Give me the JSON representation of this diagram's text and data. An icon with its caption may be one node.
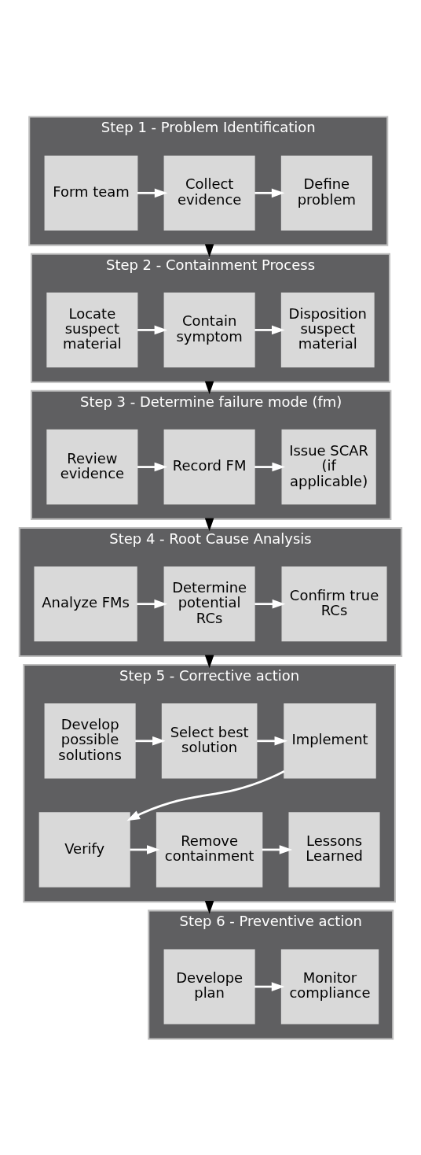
{
  "diagram": {
    "nodes": [
      {
        "text": [
          "Step 1 - Problem Identification"
        ]
      },
      {
        "text": [
          "Form team"
        ],
        "in": 0
      },
      {
        "text": [
          "Collect evidence"
        ],
        "in": 0
      },
      {
        "text": [
          "Define problem"
        ],
        "in": 0
      },
      {
        "text": [
          "Step 2 - Containment Process"
        ]
      },
      {
        "text": [
          "Locate suspect material"
        ],
        "in": 4
      },
      {
        "text": [
          "Contain symptom"
        ],
        "in": 4
      },
      {
        "text": [
          "Disposition suspect material"
        ],
        "in": 4
      },
      {
        "text": [
          "Step 3 - Determine failure mode (fm)"
        ]
      },
      {
        "text": [
          "Review evidence"
        ],
        "in": 8
      },
      {
        "text": [
          "Record FM"
        ],
        "in": 8
      },
      {
        "text": [
          "Issue SCAR (if applicable)"
        ],
        "in": 8
      },
      {
        "text": [
          "Step 4 - Root Cause Analysis"
        ]
      },
      {
        "text": [
          "Analyze FMs"
        ],
        "in": 12
      },
      {
        "text": [
          "Determine potential RCs"
        ],
        "in": 12
      },
      {
        "text": [
          "Confirm true RCs"
        ],
        "in": 12
      },
      {
        "text": [
          "Step 5 - Corrective action"
        ]
      },
      {
        "text": [
          "Develop possible solutions"
        ],
        "in": 16
      },
      {
        "text": [
          "Select best solution"
        ],
        "in": 16
      },
      {
        "text": [
          "Implement"
        ],
        "in": 16
      },
      {
        "text": [
          "Verify"
        ],
        "in": 16
      },
      {
        "text": [
          "Remove containment"
        ],
        "in": 16
      },
      {
        "text": [
          "Lessons Learned"
        ],
        "in": 16
      },
      {
        "text": [
          "Step 6 - Preventive action"
        ]
      },
      {
        "text": [
          "Develope plan"
        ],
        "in": 23
      },
      {
        "text": [
          "Monitor compliance"
        ],
        "in": 23
      }
    ],
    "edges": [
      {
        "from": 1,
        "to": 2,
        "arrow": "to"
      },
      {
        "from": 2,
        "to": 3,
        "arrow": "to"
      },
      {
        "from": 0,
        "to": 4,
        "arrow": "to",
        "color": "#000000"
      },
      {
        "from": 5,
        "to": 6,
        "arrow": "to"
      },
      {
        "from": 6,
        "to": 7,
        "arrow": "to"
      },
      {
        "from": 4,
        "to": 8,
        "arrow": "to",
        "color": "#000000"
      },
      {
        "from": 9,
        "to": 10,
        "arrow": "to"
      },
      {
        "from": 10,
        "to": 11,
        "arrow": "to"
      },
      {
        "from": 8,
        "to": 12,
        "arrow": "to",
        "color": "#000000"
      },
      {
        "from": 13,
        "to": 14,
        "arrow": "to"
      },
      {
        "from": 14,
        "to": 15,
        "arrow": "to"
      },
      {
        "from": 12,
        "to": 16,
        "arrow": "to",
        "color": "#000000"
      },
      {
        "from": 17,
        "to": 18,
        "arrow": "to"
      },
      {
        "from": 18,
        "to": 19,
        "arrow": "to"
      },
      {
        "from": 19,
        "to": 20,
        "arrow": "to"
      },
      {
        "from": 20,
        "to": 21,
        "arrow": "to"
      },
      {
        "from": 21,
        "to": 22,
        "arrow": "to"
      },
      {
        "from": 16,
        "to": 23,
        "arrow": "to",
        "color": "#000000"
      },
      {
        "from": 24,
        "to": 25,
        "arrow": "to"
      }
    ]
  }
}
